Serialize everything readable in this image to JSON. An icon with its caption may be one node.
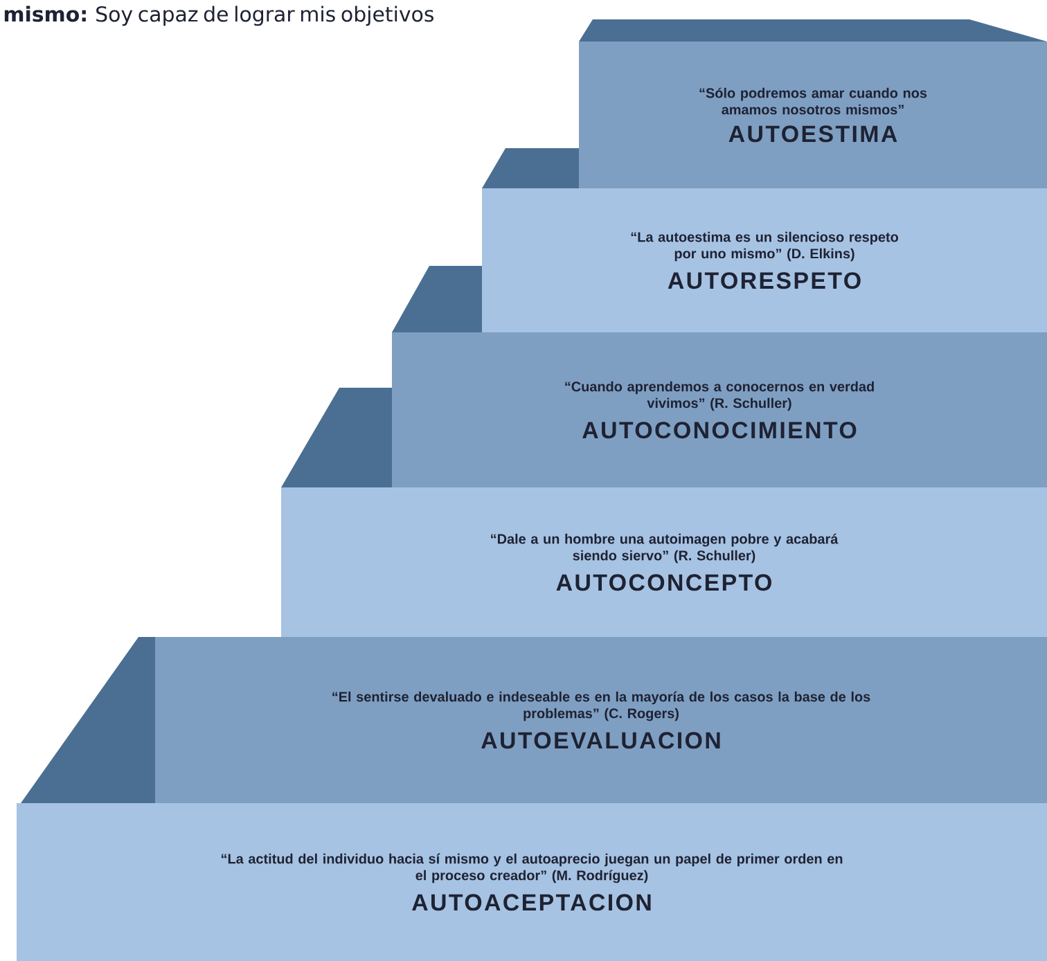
{
  "diagram": {
    "nodes": [
      {
        "text": [
          "“Sólo podremos amar cuando nos amamos nosotros mismos”",
          "AUTOESTIMA"
        ]
      },
      {
        "text": [
          "“La autoestima es un silencioso respeto por uno mismo” (D. Elkins)",
          "AUTORESPETO"
        ]
      },
      {
        "text": [
          "“Cuando aprendemos a conocernos en verdad vivimos” (R. Schuller)",
          "AUTOCONOCIMIENTO"
        ]
      },
      {
        "text": [
          "“Dale a un hombre una autoimagen pobre y acabará siendo siervo” (R. Schuller)",
          "AUTOCONCEPTO"
        ]
      },
      {
        "text": [
          "“El sentirse devaluado e indeseable es en la mayoría de los casos la base de los problemas” (C. Rogers)",
          "AUTOEVALUACION"
        ]
      },
      {
        "text": [
          "“La actitud del individuo hacia sí mismo y el autoaprecio juegan un papel de primer orden en el proceso creador” (M. Rodríguez)",
          "AUTOACEPTACION"
        ]
      }
    ],
    "labels": [
      "**mismo:** Soy capaz de lograr mis objetivos"
    ]
  }
}
